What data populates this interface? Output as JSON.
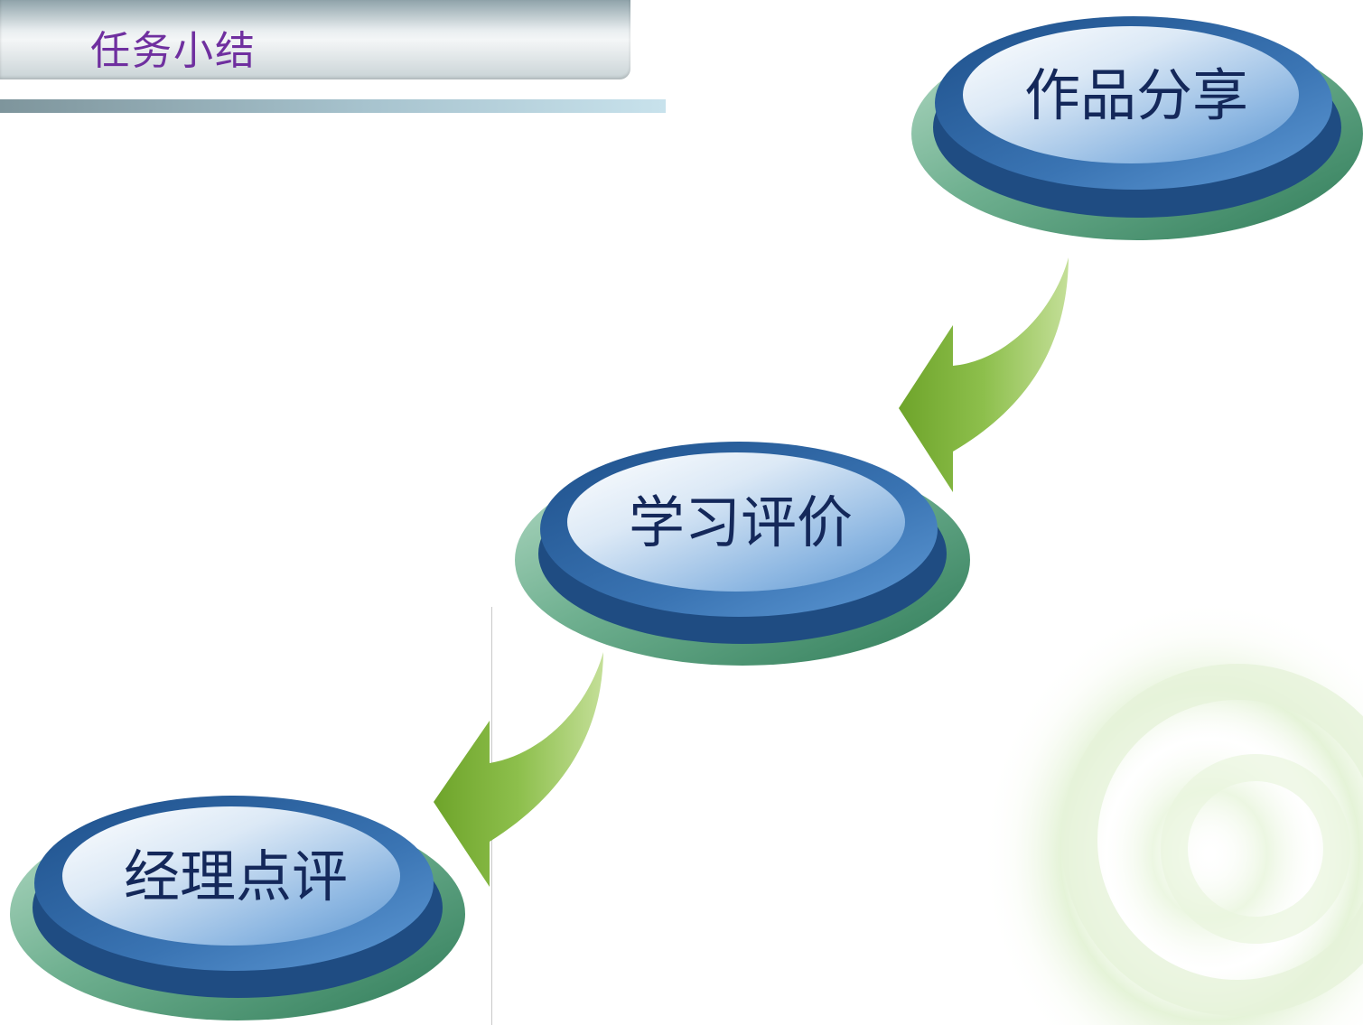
{
  "title": "任务小结",
  "nodes": [
    {
      "label": "作品分享"
    },
    {
      "label": "学习评价"
    },
    {
      "label": "经理点评"
    }
  ],
  "colors": {
    "title_text": "#6f2f9f",
    "node_text": "#14285a",
    "arrow_green": "#7fb33a",
    "node_blue": "#2f5f98",
    "base_green": "#4e9a78"
  }
}
